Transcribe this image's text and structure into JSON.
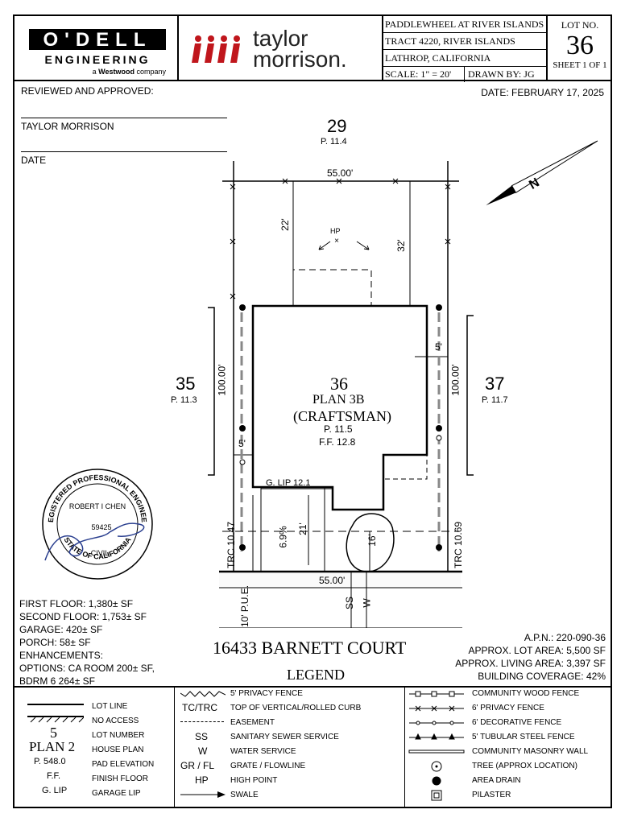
{
  "header": {
    "odell": {
      "line1": "O'DELL",
      "line2": "ENGINEERING",
      "line3_prefix": "a ",
      "line3_brand": "Westwood",
      "line3_suffix": " company"
    },
    "builder": {
      "line1": "taylor",
      "line2": "morrison."
    },
    "project": {
      "name": "PADDLEWHEEL AT RIVER ISLANDS",
      "tract": "TRACT 4220, RIVER ISLANDS",
      "city": "LATHROP, CALIFORNIA",
      "scale": "SCALE:  1\" = 20'",
      "drawn_by": "DRAWN BY:  JG"
    },
    "lot": {
      "label": "LOT NO.",
      "number": "36",
      "sheet": "SHEET 1 OF 1"
    }
  },
  "approval": {
    "reviewed": "REVIEWED AND APPROVED:",
    "company": "TAYLOR MORRISON",
    "date_label": "DATE",
    "date": "DATE:  FEBRUARY 17, 2025"
  },
  "plot": {
    "north_lot": {
      "num": "29",
      "pad": "P. 11.4"
    },
    "west_lot": {
      "num": "35",
      "pad": "P. 11.3"
    },
    "east_lot": {
      "num": "37",
      "pad": "P. 11.7"
    },
    "top_dim": "55.00'",
    "bottom_dim": "55.00'",
    "depth_left": "100.00'",
    "depth_right": "100.00'",
    "setback_22": "22'",
    "setback_32": "32'",
    "setback_5_right": "5'",
    "setback_5_left": "5'",
    "setback_21": "21'",
    "setback_16": "16'",
    "slope": "6.9%",
    "hp": "HP",
    "lot_num": "36",
    "plan": "PLAN 3B",
    "style": "(CRAFTSMAN)",
    "pad": "P. 11.5",
    "ff": "F.F. 12.8",
    "glip": "G. LIP  12.1",
    "trc_left": "TRC 10.47",
    "trc_right": "TRC 10.69",
    "pue": "10' P.U.E.",
    "ss": "SS",
    "w": "W",
    "north": "N"
  },
  "stamp": {
    "top": "REGISTERED PROFESSIONAL ENGINEER",
    "name": "ROBERT I CHEN",
    "number": "59425",
    "civil": "CIVIL",
    "bottom": "STATE OF CALIFORNIA"
  },
  "areas": {
    "first": "FIRST FLOOR: 1,380± SF",
    "second": "SECOND FLOOR: 1,753± SF",
    "garage": "GARAGE: 420± SF",
    "porch": "PORCH: 58± SF",
    "enh": "ENHANCEMENTS:",
    "opt": "OPTIONS: CA ROOM 200± SF,",
    "bdrm": "BDRM 6 264± SF"
  },
  "address": "16433 BARNETT COURT",
  "legend_title": "LEGEND",
  "apn": {
    "apn": "A.P.N.:  220-090-36",
    "lot_area": "APPROX. LOT AREA:  5,500 SF",
    "living": "APPROX. LIVING AREA:  3,397 SF",
    "coverage": "BUILDING COVERAGE:  42%"
  },
  "legend": {
    "col1": {
      "lot_line": "LOT LINE",
      "no_access": "NO ACCESS",
      "sample_num": "5",
      "sample_plan": "PLAN 2",
      "sample_pad": "P. 548.0",
      "sample_ff": "F.F.",
      "sample_glip": "G. LIP",
      "lot_number": "LOT NUMBER",
      "house_plan": "HOUSE PLAN",
      "pad_elev": "PAD ELEVATION",
      "finish_floor": "FINISH FLOOR",
      "garage_lip": "GARAGE LIP"
    },
    "col2": [
      {
        "sym": "",
        "label": "5' PRIVACY FENCE"
      },
      {
        "sym": "TC/TRC",
        "label": "TOP OF VERTICAL/ROLLED CURB"
      },
      {
        "sym": "",
        "label": "EASEMENT"
      },
      {
        "sym": "SS",
        "label": "SANITARY SEWER SERVICE"
      },
      {
        "sym": "W",
        "label": "WATER SERVICE"
      },
      {
        "sym": "GR / FL",
        "label": "GRATE / FLOWLINE"
      },
      {
        "sym": "HP",
        "label": "HIGH POINT"
      },
      {
        "sym": "",
        "label": "SWALE"
      }
    ],
    "col3": [
      "COMMUNITY WOOD FENCE",
      "6' PRIVACY FENCE",
      "6' DECORATIVE FENCE",
      "5' TUBULAR STEEL FENCE",
      "COMMUNITY MASONRY WALL",
      "TREE (APPROX LOCATION)",
      "AREA DRAIN",
      "PILASTER"
    ]
  }
}
